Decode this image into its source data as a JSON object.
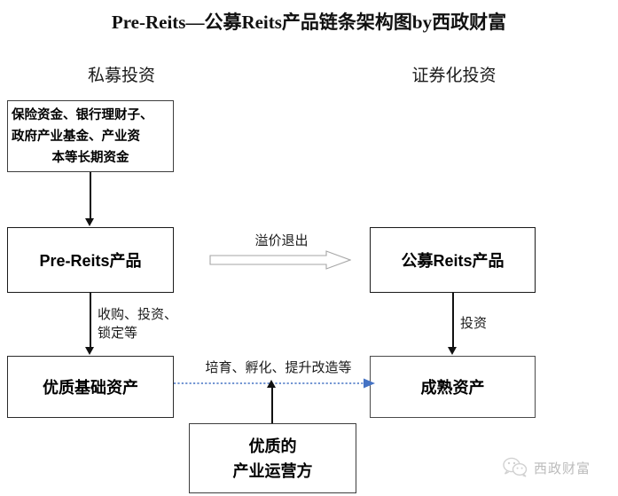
{
  "diagram": {
    "title": "Pre-Reits—公募Reits产品链条架构图by西政财富",
    "column_labels": {
      "left": "私募投资",
      "right": "证券化投资"
    },
    "boxes": {
      "funding": {
        "line1": "保险资金、银行理财子、",
        "line2": "政府产业基金、产业资",
        "line3": "本等长期资金"
      },
      "pre_reits": "Pre-Reits产品",
      "public_reits": "公募Reits产品",
      "base_asset": "优质基础资产",
      "mature_asset": "成熟资产",
      "operator": {
        "line1": "优质的",
        "line2": "产业运营方"
      }
    },
    "edge_labels": {
      "premium_exit": "溢价退出",
      "acquire_line1": "收购、投资、",
      "acquire_line2": "锁定等",
      "invest": "投资",
      "cultivate": "培育、孵化、提升改造等"
    },
    "colors": {
      "box_border": "#1a1a1a",
      "arrow": "#111111",
      "dotted_arrow": "#4472C4",
      "block_arrow_outline": "#a6a6a6",
      "watermark": "#b8b8b8"
    }
  },
  "watermark": {
    "text": "西政财富",
    "icon": "wechat-icon"
  }
}
